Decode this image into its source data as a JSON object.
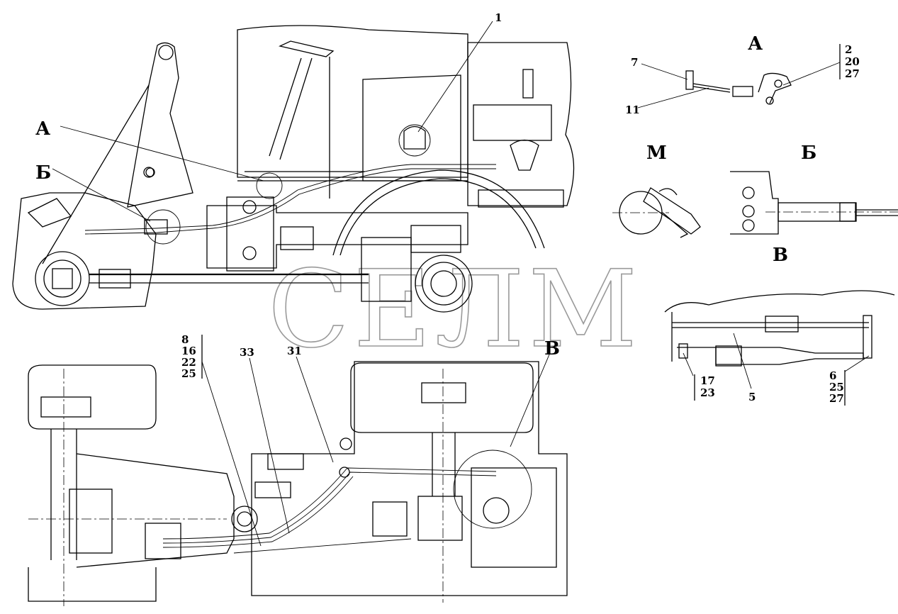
{
  "watermark": "СЕЛМ",
  "views": {
    "view_a": {
      "letter": "А",
      "callouts": [
        "7",
        "11"
      ],
      "group": [
        "2",
        "20",
        "27"
      ]
    },
    "view_m": {
      "letter": "М"
    },
    "view_b": {
      "letter": "Б"
    },
    "view_v": {
      "letter": "В",
      "callouts": [
        "5"
      ],
      "group_left": [
        "17",
        "23"
      ],
      "group_right": [
        "6",
        "25",
        "27"
      ]
    }
  },
  "main_side_view": {
    "callouts": [
      "1"
    ],
    "markers": [
      "А",
      "Б"
    ]
  },
  "main_top_view": {
    "group": [
      "8",
      "16",
      "22",
      "25"
    ],
    "callouts": [
      "33",
      "31"
    ],
    "markers": [
      "В"
    ]
  }
}
